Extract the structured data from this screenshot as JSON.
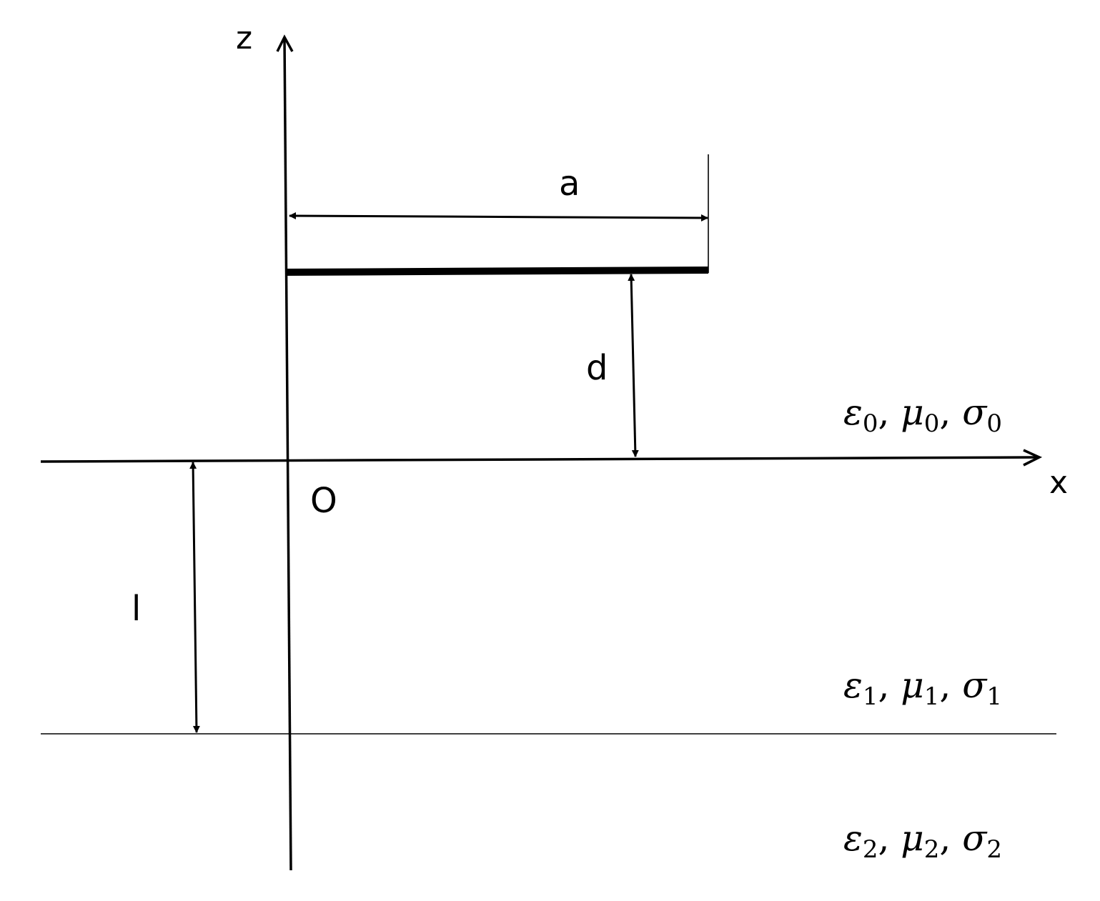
{
  "axes": {
    "z_label": "z",
    "x_label": "x",
    "origin_label": "O"
  },
  "dimensions": {
    "a_label": "a",
    "d_label": "d",
    "l_label": "l"
  },
  "media": [
    {
      "eps": "ε",
      "mu": "μ",
      "sigma": "σ",
      "index": "0"
    },
    {
      "eps": "ε",
      "mu": "μ",
      "sigma": "σ",
      "index": "1"
    },
    {
      "eps": "ε",
      "mu": "μ",
      "sigma": "σ",
      "index": "2"
    }
  ],
  "colors": {
    "ink": "#000000",
    "background": "#ffffff"
  }
}
